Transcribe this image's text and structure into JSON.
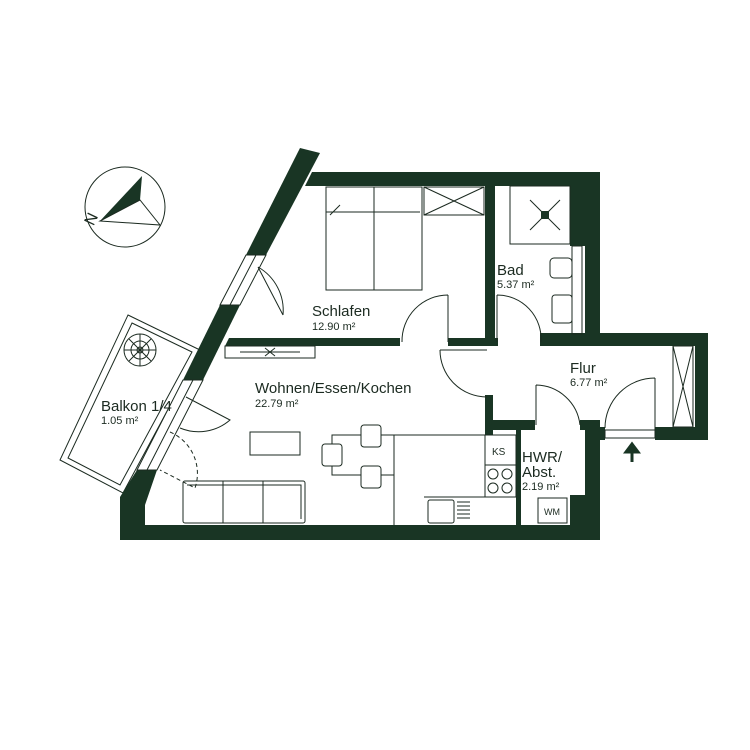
{
  "colors": {
    "wall": "#193524",
    "line": "#1b2a20",
    "background": "#ffffff"
  },
  "compass": {
    "label": "N",
    "icon": "north-arrow-icon"
  },
  "rooms": {
    "schlafen": {
      "name": "Schlafen",
      "area": "12.90 m²"
    },
    "wohnen": {
      "name": "Wohnen/Essen/Kochen",
      "area": "22.79 m²"
    },
    "balkon": {
      "name": "Balkon 1/4",
      "area": "1.05 m²"
    },
    "bad": {
      "name": "Bad",
      "area": "5.37 m²"
    },
    "flur": {
      "name": "Flur",
      "area": "6.77 m²"
    },
    "hwr": {
      "name_line1": "HWR/",
      "name_line2": "Abst.",
      "area": "2.19 m²"
    }
  },
  "appliances": {
    "fridge": "KS",
    "washer": "WM"
  },
  "entrance": {
    "icon": "entrance-arrow-icon"
  }
}
